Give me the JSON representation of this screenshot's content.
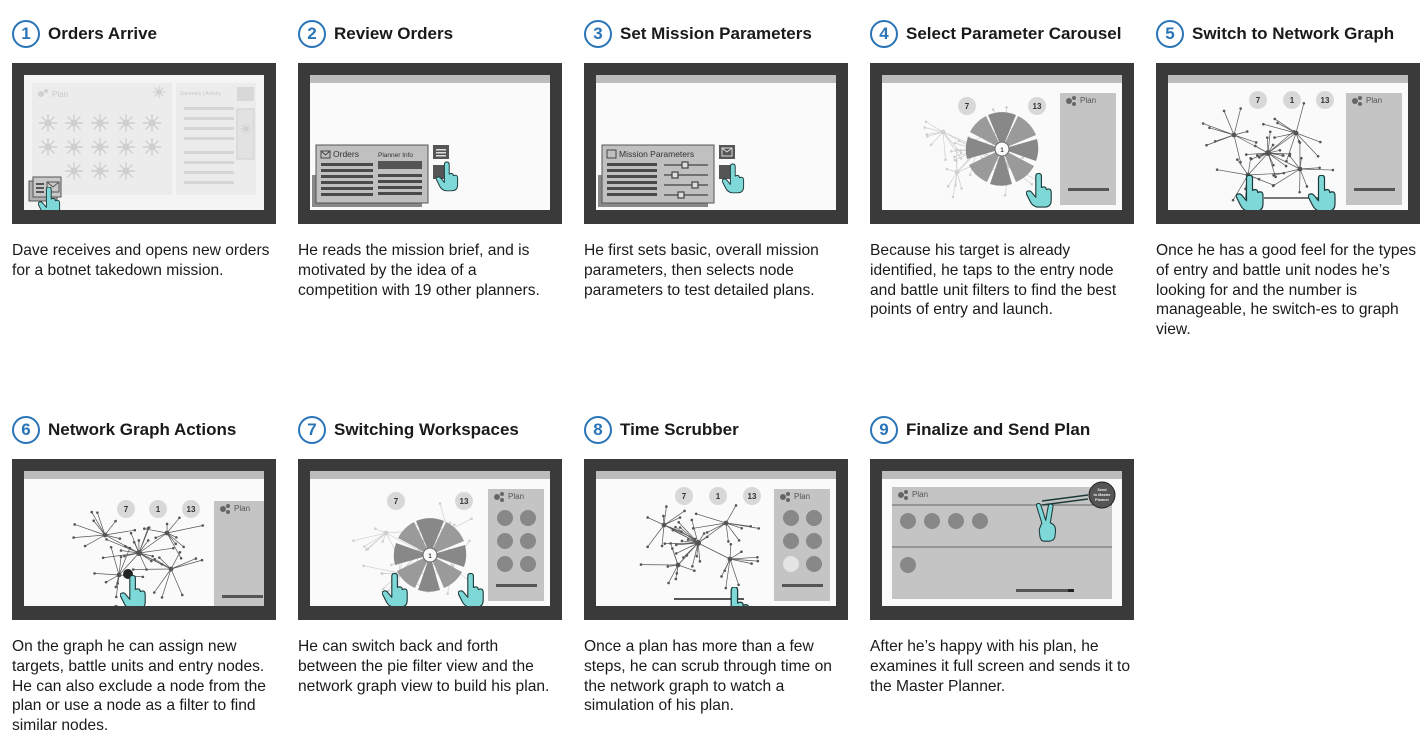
{
  "steps": [
    {
      "number": "1",
      "title": "Orders Arrive",
      "description": "Dave receives and opens new orders for a botnet takedown mission.",
      "screen": {
        "plan_label": "Plan",
        "side_label": "Summary | Activity"
      }
    },
    {
      "number": "2",
      "title": "Review Orders",
      "description": "He reads the mission brief, and is motivated by the idea of a competition with 19 other planners.",
      "screen": {
        "orders_label": "Orders",
        "planner_label": "Planner Info"
      }
    },
    {
      "number": "3",
      "title": "Set Mission Parameters",
      "description": "He first sets basic, overall mission parameters, then selects node parameters to test detailed plans.",
      "screen": {
        "params_label": "Mission Parameters"
      }
    },
    {
      "number": "4",
      "title": "Select Parameter Carousel",
      "description": "Because his target is already identified, he taps to the entry node and battle unit filters to find the best points of entry and launch.",
      "screen": {
        "badges": [
          "7",
          "13"
        ],
        "center": "1",
        "plan_label": "Plan"
      }
    },
    {
      "number": "5",
      "title": "Switch to Network Graph",
      "description": "Once he has a good feel for the types of entry and battle unit nodes he’s looking for and the number is manageable, he switch-es to graph view.",
      "screen": {
        "badges": [
          "7",
          "1",
          "13"
        ],
        "plan_label": "Plan"
      }
    },
    {
      "number": "6",
      "title": "Network Graph Actions",
      "description": "On the graph he can assign new targets, battle units and entry nodes. He can also exclude a node from the plan or use a node as a filter to find similar nodes.",
      "screen": {
        "badges": [
          "7",
          "1",
          "13"
        ],
        "plan_label": "Plan"
      }
    },
    {
      "number": "7",
      "title": "Switching Workspaces",
      "description": "He can switch back and forth between the pie filter view and the network graph view to build his plan.",
      "screen": {
        "badges": [
          "7",
          "13"
        ],
        "center": "1",
        "plan_label": "Plan"
      }
    },
    {
      "number": "8",
      "title": "Time Scrubber",
      "description": "Once a plan has more than a few steps, he can scrub through time on the network graph to watch a simulation of his plan.",
      "screen": {
        "badges": [
          "7",
          "1",
          "13"
        ],
        "plan_label": "Plan"
      }
    },
    {
      "number": "9",
      "title": "Finalize and Send Plan",
      "description": "After he’s happy with his plan, he examines it full screen and sends it to the Master Planner.",
      "screen": {
        "plan_label": "Plan",
        "send_label_1": "Send",
        "send_label_2": "to Master",
        "send_label_3": "Planner"
      }
    }
  ],
  "colors": {
    "accent": "#2a74b8",
    "frame": "#3a3a3a",
    "hand": "#7fd8d8"
  }
}
